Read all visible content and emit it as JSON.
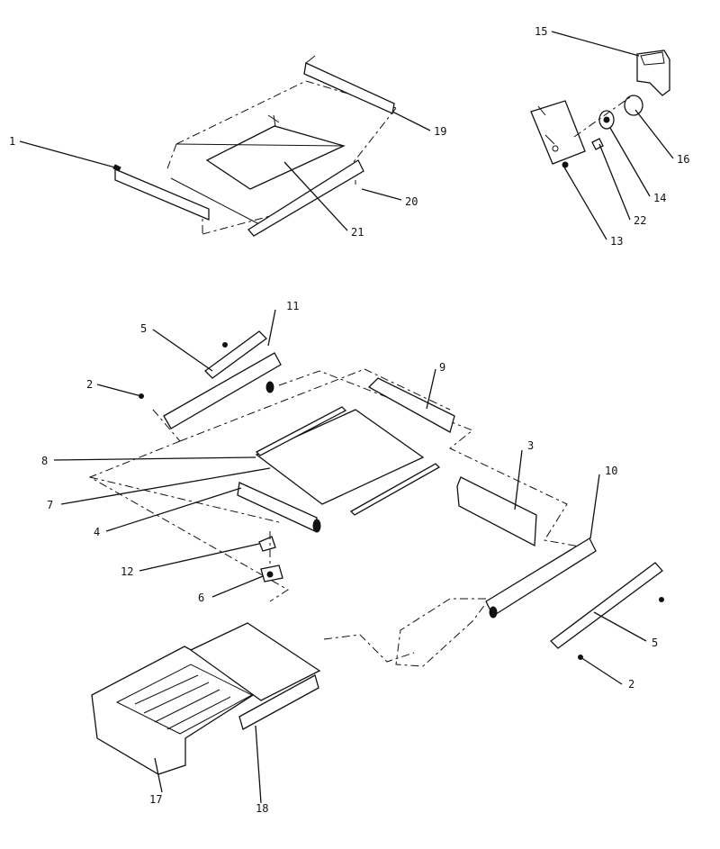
{
  "callouts": {
    "c1": "1",
    "c2a": "2",
    "c2b": "2",
    "c3": "3",
    "c4": "4",
    "c5a": "5",
    "c5b": "5",
    "c6": "6",
    "c7": "7",
    "c8": "8",
    "c9": "9",
    "c10": "10",
    "c11": "11",
    "c12": "12",
    "c13": "13",
    "c14": "14",
    "c15": "15",
    "c16": "16",
    "c17": "17",
    "c18": "18",
    "c19": "19",
    "c20": "20",
    "c21": "21",
    "c22": "22"
  },
  "colors": {
    "ink": "#111111",
    "paper": "#ffffff"
  }
}
